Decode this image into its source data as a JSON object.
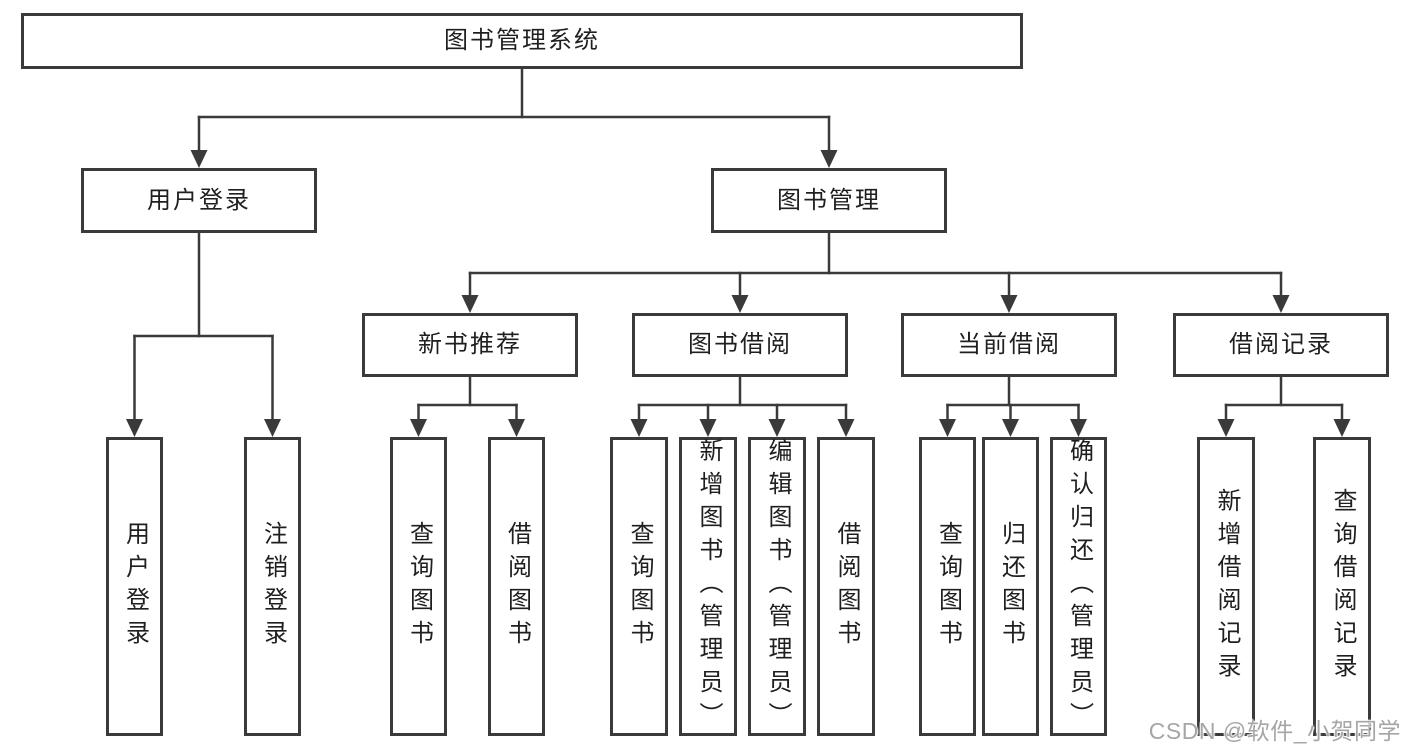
{
  "diagram": {
    "root": {
      "label": "图书管理系统"
    },
    "branches": [
      {
        "label": "用户登录",
        "children": [
          {
            "label": "用户登录"
          },
          {
            "label": "注销登录"
          }
        ]
      },
      {
        "label": "图书管理",
        "children": [
          {
            "label": "新书推荐",
            "children": [
              {
                "label": "查询图书"
              },
              {
                "label": "借阅图书"
              }
            ]
          },
          {
            "label": "图书借阅",
            "children": [
              {
                "label": "查询图书"
              },
              {
                "label": "新增图书（管理员）"
              },
              {
                "label": "编辑图书（管理员）"
              },
              {
                "label": "借阅图书"
              }
            ]
          },
          {
            "label": "当前借阅",
            "children": [
              {
                "label": "查询图书"
              },
              {
                "label": "归还图书"
              },
              {
                "label": "确认归还（管理员）"
              }
            ]
          },
          {
            "label": "借阅记录",
            "children": [
              {
                "label": "新增借阅记录"
              },
              {
                "label": "查询借阅记录"
              }
            ]
          }
        ]
      }
    ]
  },
  "watermark": {
    "text": "CSDN @软件_小贺同学"
  },
  "colors": {
    "line": "#3a3a3a",
    "box_border": "#3a3a3a",
    "text": "#1f1f1f",
    "watermark": "#a6a6a6",
    "background": "#ffffff"
  }
}
